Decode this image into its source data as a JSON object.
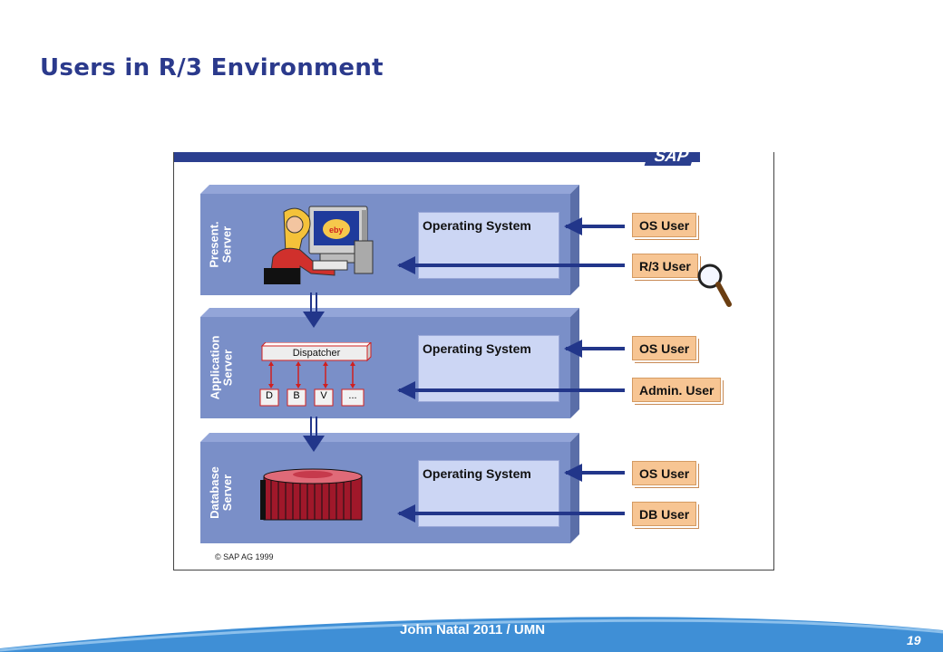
{
  "slide": {
    "title": "Users in R/3 Environment",
    "footer": "John Natal 2011 / UMN",
    "page_number": "19"
  },
  "diagram": {
    "logo": "SAP",
    "copyright": "© SAP AG 1999",
    "layers": [
      {
        "label": "Present.\nServer",
        "os_label": "Operating System",
        "users": [
          "OS User",
          "R/3 User"
        ]
      },
      {
        "label": "Application\nServer",
        "os_label": "Operating System",
        "users": [
          "OS User",
          "Admin. User"
        ],
        "dispatcher": "Dispatcher",
        "work_processes": [
          "D",
          "B",
          "V",
          "..."
        ]
      },
      {
        "label": "Database\nServer",
        "os_label": "Operating System",
        "users": [
          "OS User",
          "DB User"
        ]
      }
    ],
    "icons": [
      "user-at-computer-icon",
      "magnifier-icon",
      "database-icon"
    ],
    "colors": {
      "layer_front": "#7a8fc8",
      "layer_top": "#93a5d8",
      "layer_side": "#5a6ea8",
      "arrow": "#22368a",
      "user_box": "#f7c593",
      "os_box": "#ccd6f4",
      "title": "#2b3a8c"
    }
  }
}
